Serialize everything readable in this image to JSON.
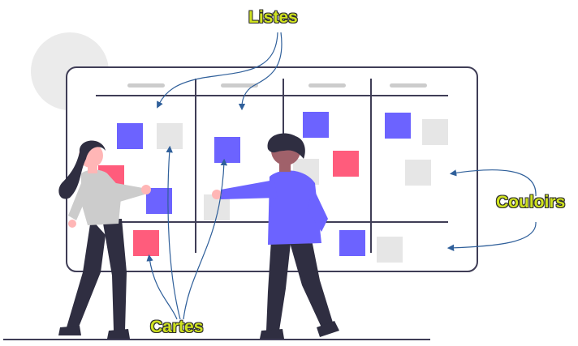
{
  "labels": {
    "lists": "Listes",
    "lanes": "Couloirs",
    "cards": "Cartes"
  },
  "colors": {
    "label_fill": "#cfe21f",
    "label_outline": "#2f2f2f",
    "card_purple": "#6c63ff",
    "card_pink": "#ff5c7c",
    "card_gray": "#e6e6e6",
    "board_stroke": "#3f3d56",
    "arrow": "#2f5f9a",
    "skin": "#ffb6b6",
    "hair": "#2f2e41"
  },
  "icons": [
    "woman-figure",
    "man-figure",
    "kanban-board"
  ]
}
